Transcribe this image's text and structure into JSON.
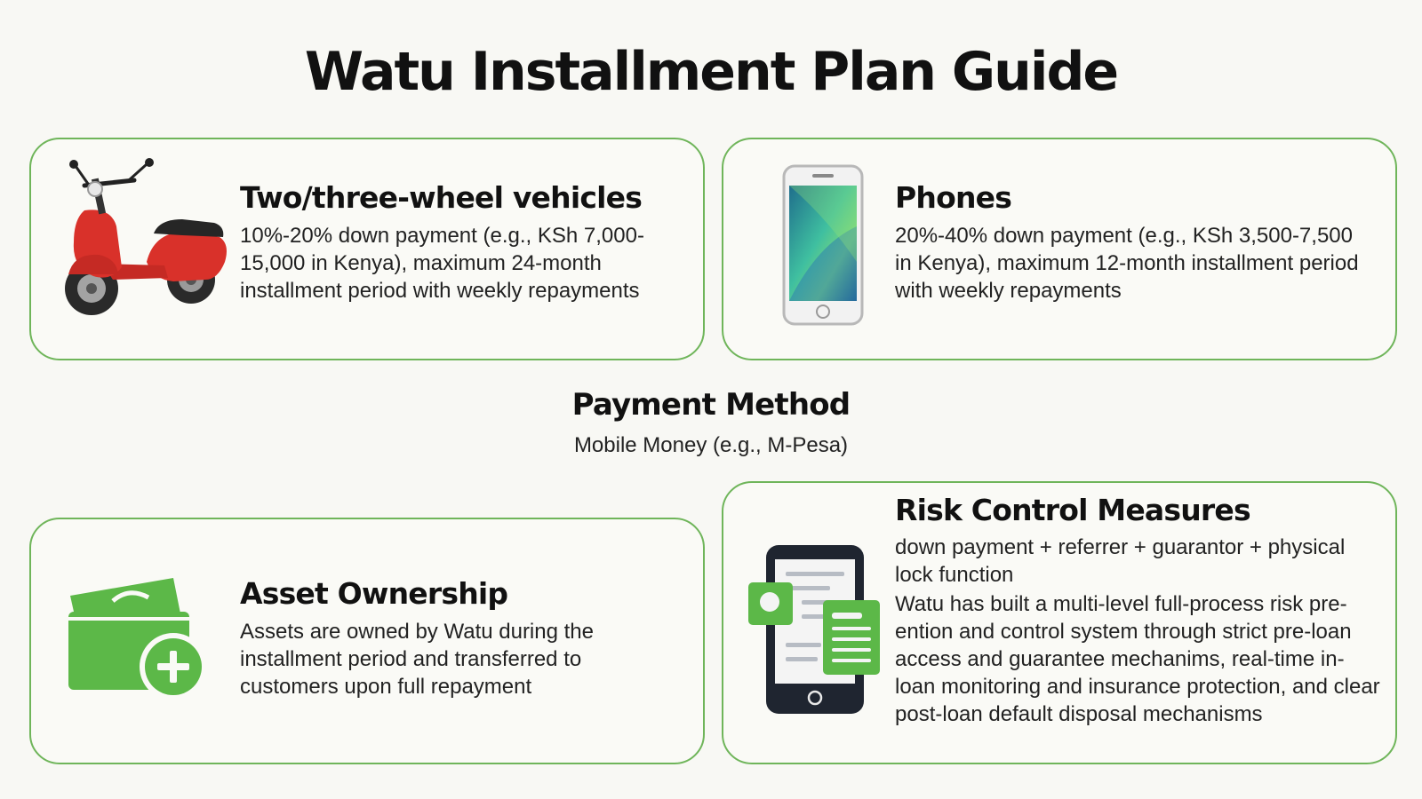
{
  "page": {
    "title": "Watu Installment Plan Guide"
  },
  "cards": {
    "vehicles": {
      "title": "Two/three-wheel vehicles",
      "body": "10%-20% down payment (e.g., KSh 7,000-15,000 in Kenya), maximum 24-month installment period with weekly repayments",
      "icon": "scooter-icon"
    },
    "phones": {
      "title": "Phones",
      "body": "20%-40% down payment (e.g., KSh 3,500-7,500 in Kenya), maximum 12-month installment period with weekly repayments",
      "icon": "smartphone-icon"
    },
    "asset": {
      "title": "Asset Ownership",
      "body": "Assets are owned by Watu during the installment period and transferred to customers upon full repayment",
      "icon": "wallet-plus-icon"
    },
    "risk": {
      "title": "Risk Control Measures",
      "body1": "down payment + referrer + guarantor + physical lock function",
      "body2": "Watu has built a multi-level full-process risk pre-ention and control system through strict pre-loan access and guarantee mechanims, real-time in-loan monitoring and insurance protection, and clear post-loan default disposal mechanisms",
      "icon": "phone-document-icon"
    }
  },
  "payment": {
    "heading": "Payment Method",
    "sub": "Mobile Money (e.g., M-Pesa)"
  },
  "colors": {
    "accent_green": "#6fb55a",
    "icon_green": "#5cb848",
    "scooter_red": "#d9312a",
    "background": "#f8f8f4"
  }
}
